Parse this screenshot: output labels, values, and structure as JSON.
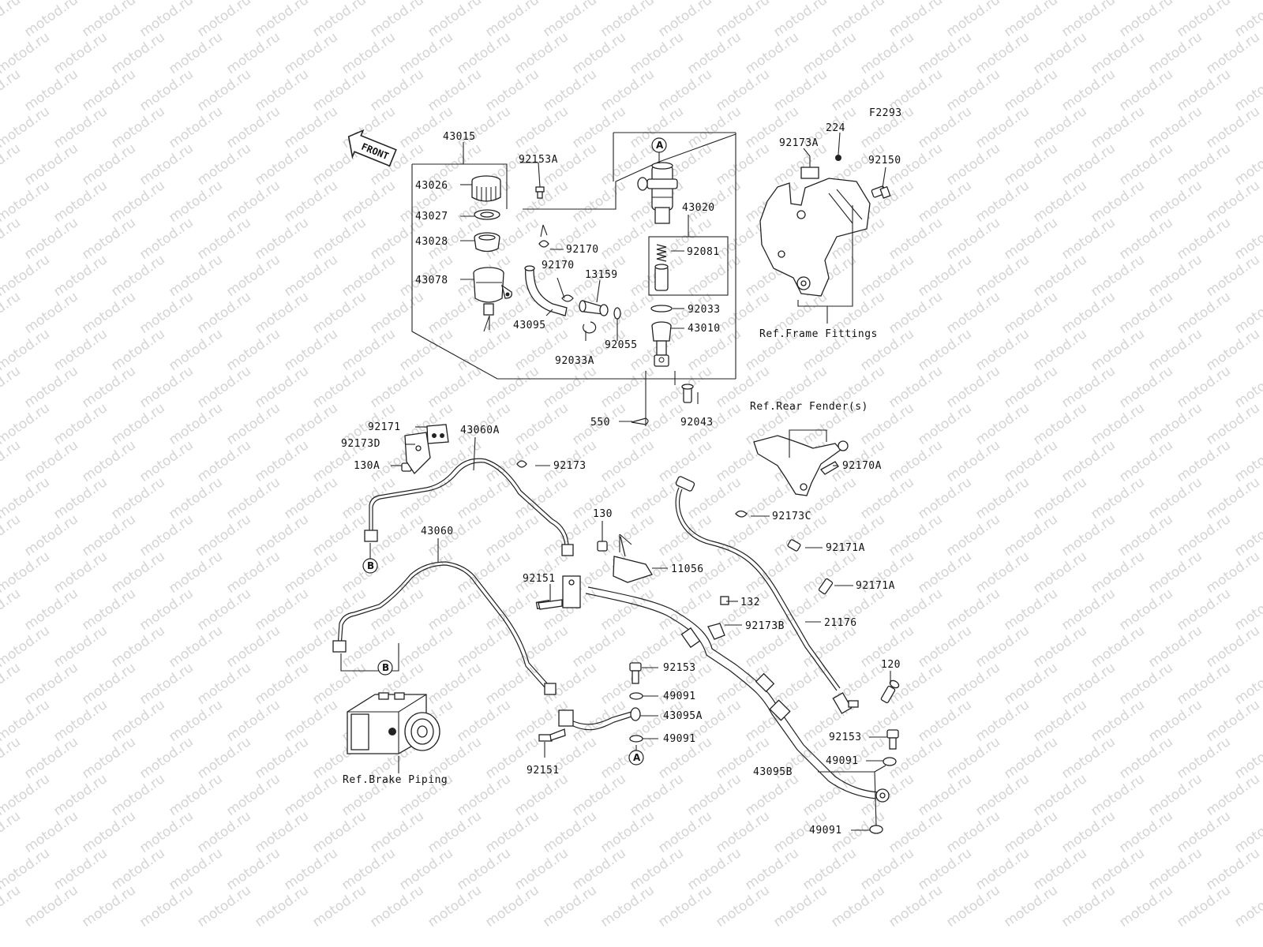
{
  "watermark": "motod.ru",
  "figure_code": "F2293",
  "front_arrow": {
    "label": "FRONT"
  },
  "parts": [
    {
      "id": "p43015",
      "text": "43015"
    },
    {
      "id": "p92153A",
      "text": "92153A"
    },
    {
      "id": "p43026",
      "text": "43026"
    },
    {
      "id": "p43027",
      "text": "43027"
    },
    {
      "id": "p43028",
      "text": "43028"
    },
    {
      "id": "p43078",
      "text": "43078"
    },
    {
      "id": "p92170a",
      "text": "92170"
    },
    {
      "id": "p92170b",
      "text": "92170"
    },
    {
      "id": "p13159",
      "text": "13159"
    },
    {
      "id": "p43095",
      "text": "43095"
    },
    {
      "id": "p92033A",
      "text": "92033A"
    },
    {
      "id": "p92055",
      "text": "92055"
    },
    {
      "id": "p43020",
      "text": "43020"
    },
    {
      "id": "p92081",
      "text": "92081"
    },
    {
      "id": "p92033",
      "text": "92033"
    },
    {
      "id": "p43010",
      "text": "43010"
    },
    {
      "id": "p550",
      "text": "550"
    },
    {
      "id": "p92043",
      "text": "92043"
    },
    {
      "id": "p224",
      "text": "224"
    },
    {
      "id": "p92173A",
      "text": "92173A"
    },
    {
      "id": "p92150",
      "text": "92150"
    },
    {
      "id": "p92171",
      "text": "92171"
    },
    {
      "id": "p92173D",
      "text": "92173D"
    },
    {
      "id": "p130A",
      "text": "130A"
    },
    {
      "id": "p43060A",
      "text": "43060A"
    },
    {
      "id": "p92173",
      "text": "92173"
    },
    {
      "id": "p92170A",
      "text": "92170A"
    },
    {
      "id": "p92173C",
      "text": "92173C"
    },
    {
      "id": "p92171Aa",
      "text": "92171A"
    },
    {
      "id": "p92171Ab",
      "text": "92171A"
    },
    {
      "id": "p43060",
      "text": "43060"
    },
    {
      "id": "p130",
      "text": "130"
    },
    {
      "id": "p11056",
      "text": "11056"
    },
    {
      "id": "p92151a",
      "text": "92151"
    },
    {
      "id": "p132",
      "text": "132"
    },
    {
      "id": "p92173B",
      "text": "92173B"
    },
    {
      "id": "p21176",
      "text": "21176"
    },
    {
      "id": "p92153a",
      "text": "92153"
    },
    {
      "id": "p49091a",
      "text": "49091"
    },
    {
      "id": "p43095A",
      "text": "43095A"
    },
    {
      "id": "p49091b",
      "text": "49091"
    },
    {
      "id": "p120",
      "text": "120"
    },
    {
      "id": "p92153b",
      "text": "92153"
    },
    {
      "id": "p49091c",
      "text": "49091"
    },
    {
      "id": "p43095B",
      "text": "43095B"
    },
    {
      "id": "p49091d",
      "text": "49091"
    },
    {
      "id": "p92151b",
      "text": "92151"
    }
  ],
  "references": [
    {
      "id": "refFrame",
      "text": "Ref.Frame Fittings"
    },
    {
      "id": "refFender",
      "text": "Ref.Rear Fender(s)"
    },
    {
      "id": "refBrake",
      "text": "Ref.Brake Piping"
    }
  ],
  "connectors": [
    {
      "id": "cA1",
      "text": "A"
    },
    {
      "id": "cA2",
      "text": "A"
    },
    {
      "id": "cB1",
      "text": "B"
    },
    {
      "id": "cB2",
      "text": "B"
    }
  ]
}
